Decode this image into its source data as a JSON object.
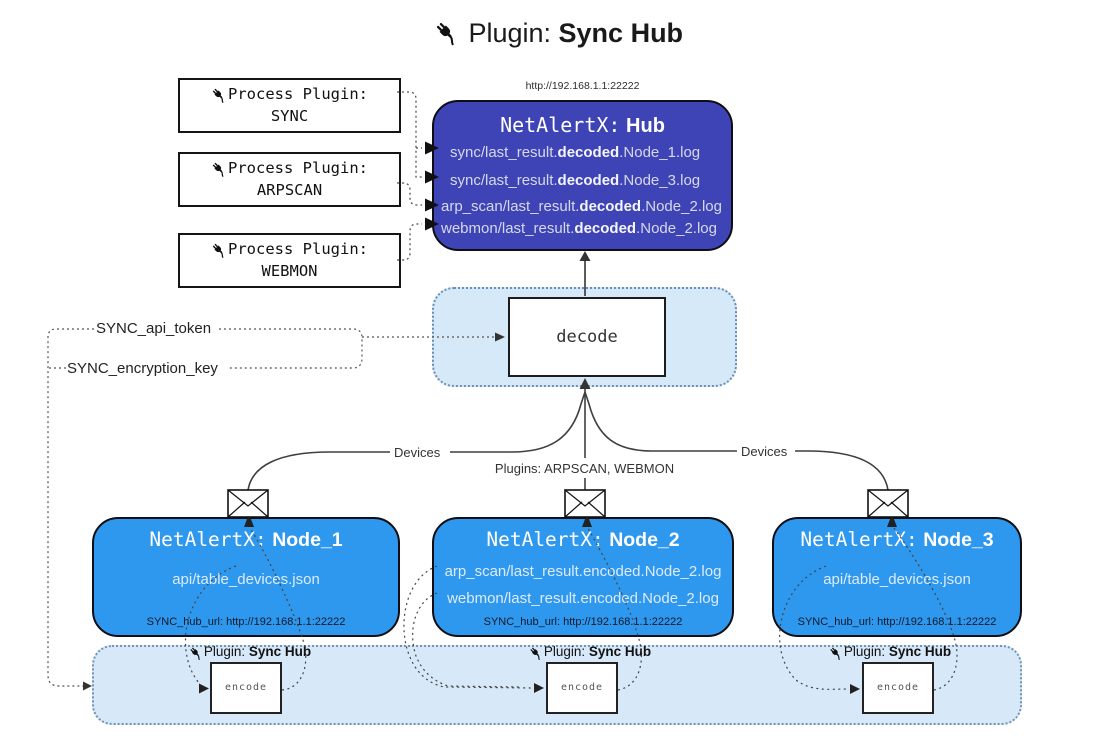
{
  "title": {
    "label": "Plugin:",
    "name": "Sync Hub"
  },
  "hub": {
    "url_above": "http://192.168.1.1:22222",
    "name_prefix": "NetAlertX:",
    "name": "Hub",
    "logs": [
      {
        "pre": "sync/last_result.",
        "bold": "decoded",
        "post": ".Node_1.log"
      },
      {
        "pre": "sync/last_result.",
        "bold": "decoded",
        "post": ".Node_3.log"
      },
      {
        "pre": "arp_scan/last_result.",
        "bold": "decoded",
        "post": ".Node_2.log"
      },
      {
        "pre": "webmon/last_result.",
        "bold": "decoded",
        "post": ".Node_2.log"
      }
    ]
  },
  "process_plugins": [
    {
      "label": "Process Plugin:",
      "name": "SYNC"
    },
    {
      "label": "Process Plugin:",
      "name": "ARPSCAN"
    },
    {
      "label": "Process Plugin:",
      "name": "WEBMON"
    }
  ],
  "decode_box": {
    "label": "decode"
  },
  "settings": {
    "api_token": "SYNC_api_token",
    "encryption_key": "SYNC_encryption_key"
  },
  "edge_labels": {
    "devices_left": "Devices",
    "plugins_center": "Plugins: ARPSCAN, WEBMON",
    "devices_right": "Devices"
  },
  "nodes": [
    {
      "name_prefix": "NetAlertX:",
      "name": "Node_1",
      "files": [
        "api/table_devices.json"
      ],
      "hub_url": "SYNC_hub_url: http://192.168.1.1:22222"
    },
    {
      "name_prefix": "NetAlertX:",
      "name": "Node_2",
      "files": [
        "arp_scan/last_result.encoded.Node_2.log",
        "webmon/last_result.encoded.Node_2.log"
      ],
      "hub_url": "SYNC_hub_url: http://192.168.1.1:22222"
    },
    {
      "name_prefix": "NetAlertX:",
      "name": "Node_3",
      "files": [
        "api/table_devices.json"
      ],
      "hub_url": "SYNC_hub_url: http://192.168.1.1:22222"
    }
  ],
  "encoders": [
    {
      "label": "Plugin:",
      "name": "Sync Hub",
      "box_label": "encode"
    },
    {
      "label": "Plugin:",
      "name": "Sync Hub",
      "box_label": "encode"
    },
    {
      "label": "Plugin:",
      "name": "Sync Hub",
      "box_label": "encode"
    }
  ],
  "colors": {
    "hub_bg": "#3e44b5",
    "node_bg": "#2e97ee",
    "panel_bg": "#d6e9f9",
    "arrow": "#3f3f3f"
  }
}
